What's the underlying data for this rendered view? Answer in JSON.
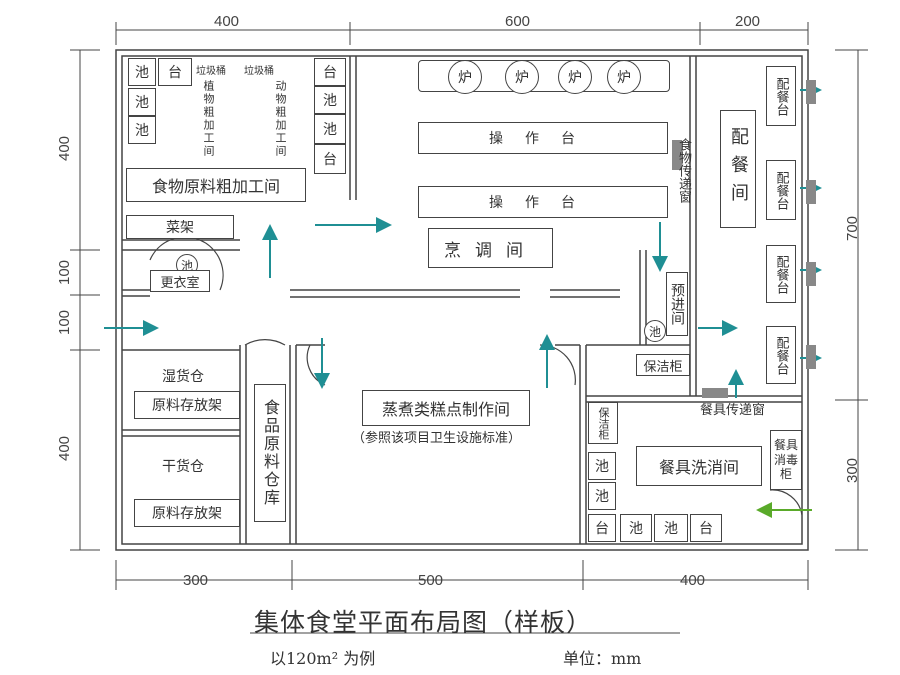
{
  "title": "集体食堂平面布局图（样板）",
  "subtitle": "以120m² 为例",
  "unit": "单位：mm",
  "dims": {
    "top": [
      "400",
      "600",
      "200"
    ],
    "bottom": [
      "300",
      "500",
      "400"
    ],
    "left": [
      "400",
      "100",
      "100",
      "400"
    ],
    "right": [
      "700",
      "300"
    ]
  },
  "rooms": {
    "rough": "食物原料粗加工间",
    "veg_rack": "菜架",
    "changing": "更衣室",
    "cooking": "烹调间",
    "pastry": "蒸煮类糕点制作间",
    "pastry_note": "（参照该项目卫生设施标准）",
    "warehouse": "食品原料仓库",
    "wet": "湿货仓",
    "dry": "干货仓",
    "rack1": "原料存放架",
    "rack2": "原料存放架",
    "serving": "配餐间",
    "pre_entry": "预进间",
    "clean_cab": "保洁柜",
    "clean_cab2": "保洁柜",
    "dish_wash": "餐具洗消间",
    "disinfect": "餐具消毒柜",
    "pass_window": "餐具传递窗",
    "food_window": "食物传递窗",
    "trash1": "垃圾桶",
    "trash2": "垃圾桶",
    "plant": "植物粗加工间",
    "animal": "动物粗加工间",
    "counter": "操作台",
    "counter2": "操作台",
    "stove": "炉",
    "pool": "池",
    "table": "台",
    "serve_table": "配餐台"
  },
  "colors": {
    "arrow_teal": "#1f8f94",
    "arrow_green": "#5aaa2a",
    "line": "#444"
  }
}
